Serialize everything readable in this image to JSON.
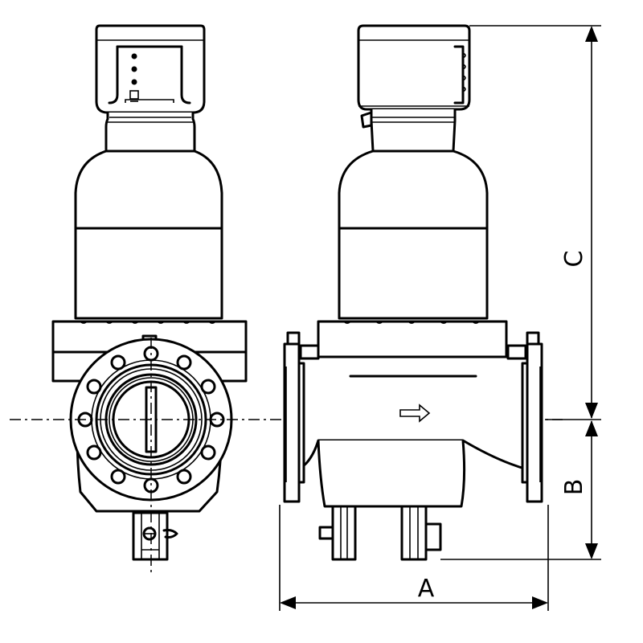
{
  "diagram": {
    "dimensions": {
      "a": "A",
      "b": "B",
      "c": "C"
    }
  }
}
